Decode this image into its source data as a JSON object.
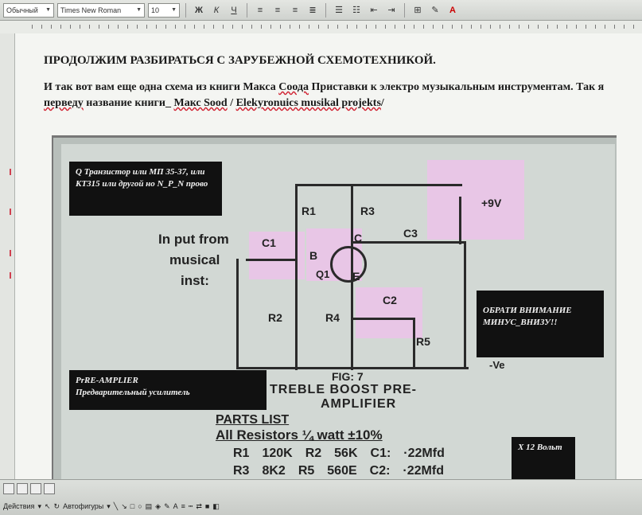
{
  "toolbar": {
    "style_value": "Обычный",
    "font_value": "Times New Roman",
    "size_value": "10",
    "bold": "Ж",
    "italic": "К",
    "underline": "Ч"
  },
  "document": {
    "heading": "ПРОДОЛЖИМ РАЗБИРАТЬСЯ С ЗАРУБЕЖНОЙ СХЕМОТЕХНИКОЙ.",
    "para_part1": "И так вот вам еще одна схема из книги Макса ",
    "para_u1": "Соода",
    "para_part2": " Приставки к электро музыкальным инструментам. Так я ",
    "para_u2": "перведу",
    "para_part3": " название книги_ ",
    "para_u3": "Макс Sood",
    "para_part4": " /  ",
    "para_u4": "Elekyronuics musikal projekts",
    "para_part5": "/"
  },
  "figure": {
    "note_transistor": "Q Транзистор или МП 35-37, или КТ315 или другой но N_P_N прово",
    "note_preamp_title": "PrRE-AMPLIER",
    "note_preamp_sub": "Предварительный усилитель",
    "note_attention": "ОБРАТИ ВНИМАНИЕ МИНУС_ВНИЗУ!!",
    "note_volt": "X 12 Вольт",
    "labels": {
      "input": "In put from",
      "musical": "musical",
      "inst": "inst:",
      "r1": "R1",
      "r2": "R2",
      "r3": "R3",
      "r4": "R4",
      "r5": "R5",
      "c1": "C1",
      "c2": "C2",
      "c3": "C3",
      "b": "B",
      "c": "C",
      "e": "E",
      "q1": "Q1",
      "plus9v": "+9V",
      "minus": "-Ve",
      "fig": "FIG: 7",
      "title1": "TREBLE BOOST PRE-",
      "title2": "AMPLIFIER",
      "parts_list": "PARTS LIST",
      "all_resistors": "All Resistors ¼ watt ±10%",
      "row1_a": "R1",
      "row1_b": "120K",
      "row1_c": "R2",
      "row1_d": "56K",
      "row1_e": "C1:",
      "row1_f": "·22Mfd",
      "row2_a": "R3",
      "row2_b": "8K2",
      "row2_c": "R5",
      "row2_d": "560E",
      "row2_e": "C2:",
      "row2_f": "·22Mfd"
    }
  },
  "statusbar": {
    "actions": "Действия",
    "autoshapes": "Автофигуры"
  }
}
